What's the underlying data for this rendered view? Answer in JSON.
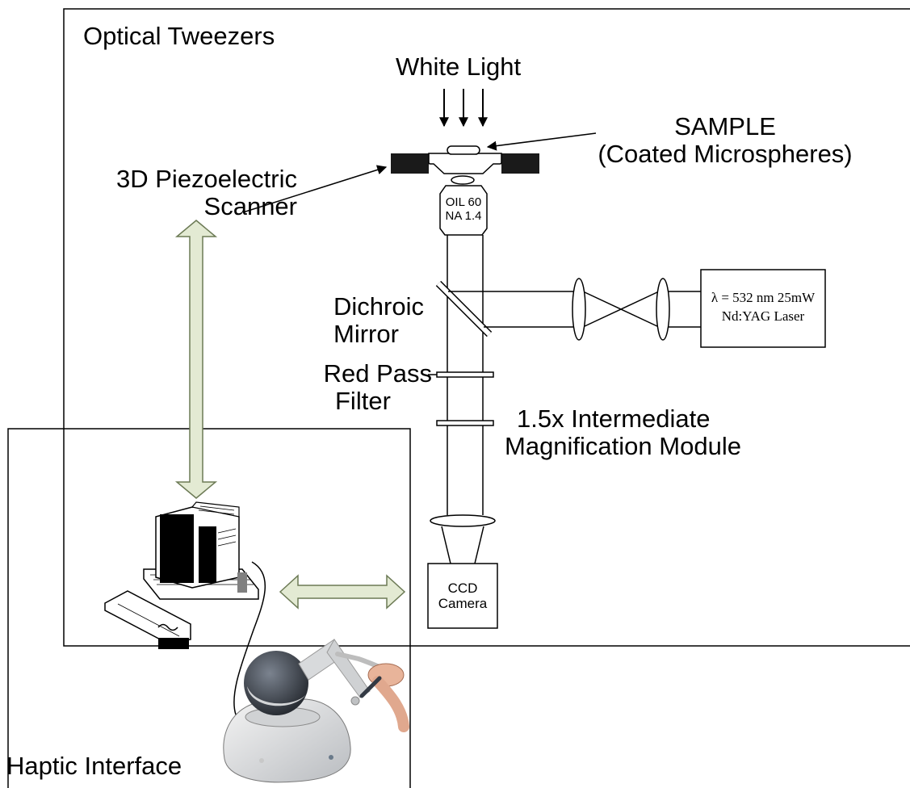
{
  "labels": {
    "optical_tweezers": "Optical Tweezers",
    "white_light": "White Light",
    "sample": "SAMPLE",
    "sample_sub": "(Coated Microspheres)",
    "piezo_line1": "3D Piezoelectric",
    "piezo_line2": "Scanner",
    "objective_line1": "OIL 60",
    "objective_line2": "NA 1.4",
    "dichroic_line1": "Dichroic",
    "dichroic_line2": "Mirror",
    "laser_line1": "λ = 532 nm 25mW",
    "laser_line2": "Nd:YAG Laser",
    "filter_line1": "Red Pass",
    "filter_line2": "Filter",
    "mag_line1": "1.5x Intermediate",
    "mag_line2": "Magnification Module",
    "ccd_line1": "CCD",
    "ccd_line2": "Camera",
    "haptic": "Haptic Interface"
  },
  "colors": {
    "line": "#000000",
    "double_arrow_fill": "#e3ead3",
    "double_arrow_stroke": "#6c7a55",
    "scanner_block": "#1a1a1a",
    "device_body": "#e2e2e2",
    "device_head": "#3a3f47"
  },
  "icons": {
    "computer": "desktop-computer-icon",
    "haptic_device": "haptic-device-icon"
  }
}
